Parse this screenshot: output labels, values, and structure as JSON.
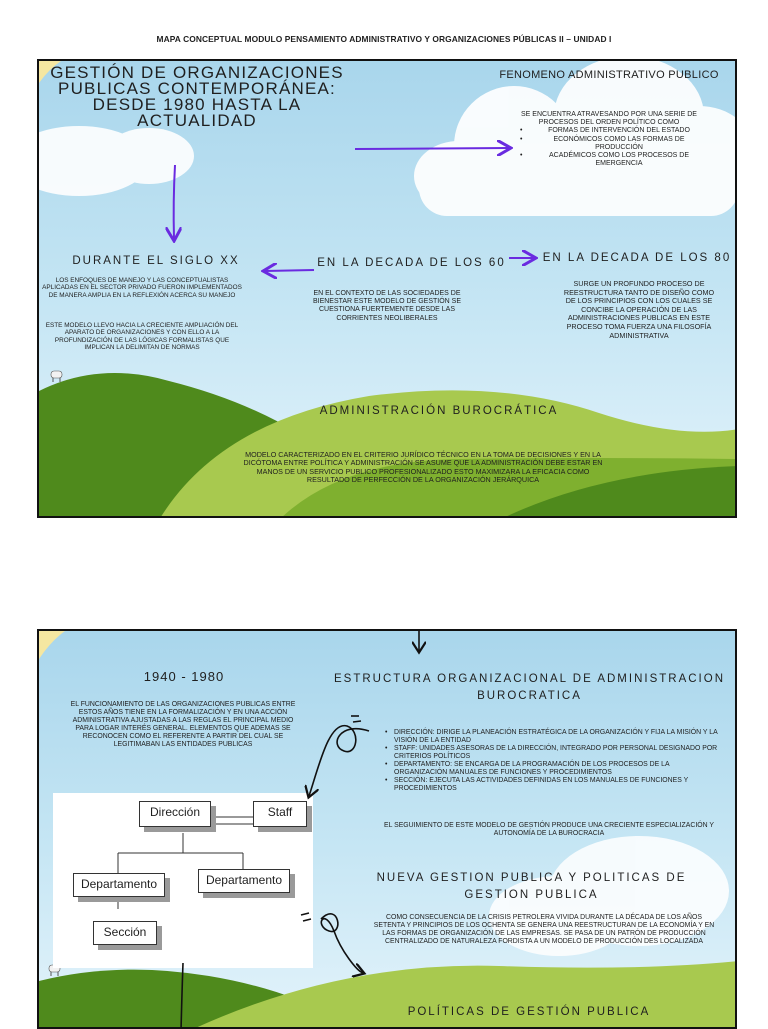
{
  "doc_title": "MAPA CONCEPTUAL MODULO PENSAMIENTO ADMINISTRATIVO Y ORGANIZACIONES PÚBLICAS II – UNIDAD I",
  "slide1": {
    "main_title": "GESTIÓN DE ORGANIZACIONES PUBLICAS CONTEMPORÁNEA: DESDE 1980 HASTA LA ACTUALIDAD",
    "fenomeno": {
      "title": "FENOMENO ADMINISTRATIVO PUBLICO",
      "intro": "SE ENCUENTRA ATRAVESANDO POR UNA SERIE DE PROCESOS DEL ORDEN POLÍTICO COMO",
      "items": [
        "FORMAS DE INTERVENCIÓN DEL ESTADO",
        "ECONÓMICOS COMO LAS FORMAS DE PRODUCCIÓN",
        "ACADÉMICOS COMO LOS PROCESOS DE EMERGENCIA"
      ]
    },
    "siglo_xx": {
      "title": "DURANTE EL SIGLO XX",
      "p1": "LOS ENFOQUES DE MANEJO Y LAS CONCEPTUALISTAS APLICADAS EN EL SECTOR PRIVADO FUERON IMPLEMENTADOS DE MANERA AMPLIA EN LA REFLEXIÓN ACERCA SU MANEJO",
      "p2": "ESTE MODELO LLEVO HACIA LA CRECIENTE AMPLIACIÓN DEL APARATO DE ORGANIZACIONES Y CON ELLO A LA PROFUNDIZACIÓN DE LAS LÓGICAS FORMALISTAS QUE IMPLICAN LA DELIMITAN DE NORMAS"
    },
    "decada60": {
      "title": "EN LA DECADA DE LOS 60",
      "text": "EN EL CONTEXTO DE LAS SOCIEDADES DE BIENESTAR ESTE MODELO DE GESTIÓN SE CUESTIONA FUERTEMENTE DESDE LAS CORRIENTES NEOLIBERALES"
    },
    "decada80": {
      "title": "EN LA DECADA DE LOS 80",
      "text": "SURGE UN PROFUNDO PROCESO DE REESTRUCTURA TANTO DE DISEÑO COMO DE LOS PRINCIPIOS CON LOS CUALES SE CONCIBE LA OPERACIÓN DE LAS ADMINISTRACIONES PUBLICAS EN ESTE PROCESO TOMA FUERZA UNA FILOSOFÍA ADMINISTRATIVA"
    },
    "burocratica": {
      "title": "ADMINISTRACIÓN BUROCRÁTICA",
      "text": "MODELO CARACTERIZADO EN EL CRITERIO JURÍDICO TÉCNICO EN LA TOMA DE DECISIONES Y EN LA DICÓTOMA ENTRE POLÍTICA Y ADMINISTRACIÓN SE ASUME QUE LA ADMINISTRACIÓN DEBE ESTAR EN MANOS DE UN SERVICIO PUBLICO PROFESIONALIZADO ESTO MAXIMIZARA LA EFICACIA COMO RESULTADO DE PERFECCIÓN DE LA ORGANIZACIÓN JERÁRQUICA"
    }
  },
  "slide2": {
    "period": {
      "title": "1940 - 1980",
      "text": "EL FUNCIONAMIENTO DE LAS ORGANIZACIONES PUBLICAS ENTRE ESTOS AÑOS TIENE EN LA FORMALIZACIÓN Y EN UNA ACCIÓN ADMINISTRATIVA AJUSTADAS A LAS REGLAS EL PRINCIPAL MEDIO PARA LOGAR INTERÉS GENERAL. ELEMENTOS QUE ADEMAS SE RECONOCEN COMO EL REFERENTE A PARTIR DEL CUAL SE LEGITIMABAN LAS ENTIDADES PUBLICAS"
    },
    "org_chart": {
      "direccion": "Dirección",
      "staff": "Staff",
      "departamento1": "Departamento",
      "departamento2": "Departamento",
      "seccion": "Sección"
    },
    "estructura": {
      "title": "ESTRUCTURA ORGANIZACIONAL DE ADMINISTRACION BUROCRATICA",
      "items": [
        "DIRECCIÓN: DIRIGE LA PLANEACIÓN ESTRATÉGICA DE LA ORGANIZACIÓN Y FIJA LA MISIÓN Y LA VISIÓN DE LA ENTIDAD",
        "STAFF: UNIDADES ASESORAS DE LA DIRECCIÓN, INTEGRADO POR PERSONAL DESIGNADO POR CRITERIOS POLÍTICOS",
        "DEPARTAMENTO: SE ENCARGA DE LA PROGRAMACIÓN DE LOS PROCESOS DE LA ORGANIZACIÓN MANUALES DE FUNCIONES Y PROCEDIMIENTOS",
        "SECCIÓN: EJECUTA LAS ACTIVIDADES DEFINIDAS EN LOS MANUALES DE FUNCIONES Y PROCEDIMIENTOS"
      ],
      "note": "EL SEGUIMIENTO DE ESTE MODELO DE GESTIÓN PRODUCE UNA CRECIENTE ESPECIALIZACIÓN Y AUTONOMÍA DE LA BUROCRACIA"
    },
    "nueva_gestion": {
      "title": "NUEVA GESTION PUBLICA Y POLITICAS DE GESTION PUBLICA",
      "text": "COMO CONSECUENCIA DE LA CRISIS PETROLERA VIVIDA DURANTE LA DÉCADA DE LOS AÑOS SETENTA Y PRINCIPIOS DE LOS OCHENTA SE GENERA UNA REESTRUCTURAN DE LA ECONOMÍA Y EN LAS FORMAS DE ORGANIZACIÓN DE LAS EMPRESAS. SE PASA DE UN PATRÓN DE PRODUCCIÓN CENTRALIZADO DE NATURALEZA FORDISTA A UN MODELO DE PRODUCCIÓN DES LOCALIZADA"
    },
    "politicas": {
      "title": "POLÍTICAS DE GESTIÓN PUBLICA"
    }
  },
  "colors": {
    "sky": "#bfe3f3",
    "hill_dark": "#4f8a1c",
    "hill_light": "#a8c94f",
    "arrow": "#6a2be0",
    "border": "#111111"
  }
}
